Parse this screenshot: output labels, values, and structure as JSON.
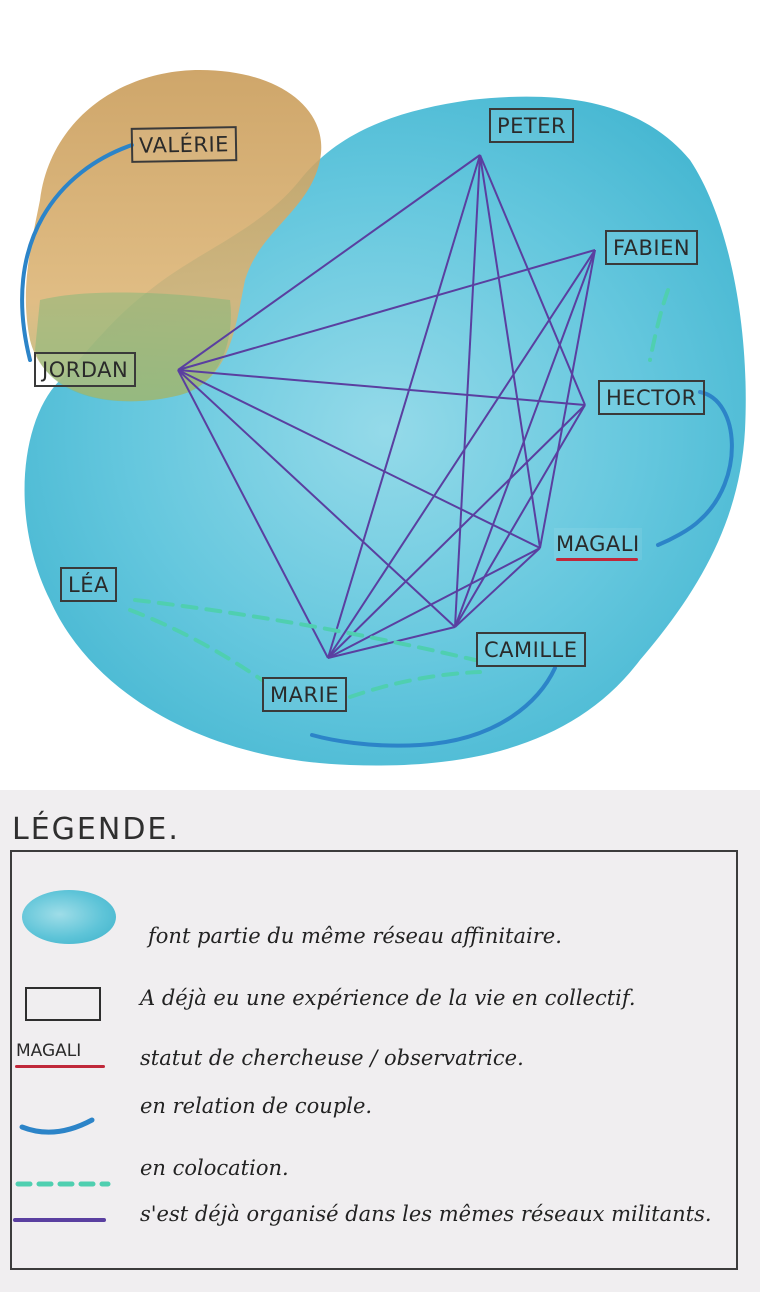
{
  "diagram": {
    "nodes": [
      {
        "id": "valerie",
        "label": "VALÉRIE"
      },
      {
        "id": "peter",
        "label": "PETER"
      },
      {
        "id": "fabien",
        "label": "FABIEN"
      },
      {
        "id": "jordan",
        "label": "JORDAN"
      },
      {
        "id": "hector",
        "label": "HECTOR"
      },
      {
        "id": "magali",
        "label": "MAGALI"
      },
      {
        "id": "lea",
        "label": "LÉA"
      },
      {
        "id": "camille",
        "label": "CAMILLE"
      },
      {
        "id": "marie",
        "label": "MARIE"
      }
    ],
    "relations": {
      "militant_network": [
        [
          "peter",
          "jordan"
        ],
        [
          "peter",
          "hector"
        ],
        [
          "peter",
          "magali"
        ],
        [
          "peter",
          "camille"
        ],
        [
          "peter",
          "marie"
        ],
        [
          "fabien",
          "jordan"
        ],
        [
          "fabien",
          "magali"
        ],
        [
          "fabien",
          "camille"
        ],
        [
          "fabien",
          "marie"
        ],
        [
          "jordan",
          "hector"
        ],
        [
          "jordan",
          "magali"
        ],
        [
          "jordan",
          "camille"
        ],
        [
          "jordan",
          "marie"
        ],
        [
          "hector",
          "camille"
        ],
        [
          "hector",
          "marie"
        ],
        [
          "magali",
          "marie"
        ],
        [
          "magali",
          "camille"
        ],
        [
          "camille",
          "marie"
        ]
      ],
      "couple": [
        [
          "valerie",
          "jordan"
        ],
        [
          "hector",
          "magali"
        ],
        [
          "camille",
          "marie"
        ]
      ],
      "colocation": [
        [
          "fabien",
          "hector"
        ],
        [
          "lea",
          "camille"
        ],
        [
          "lea",
          "marie"
        ],
        [
          "marie",
          "camille"
        ]
      ]
    },
    "colors": {
      "affinity_blob": "#4fbfd6",
      "secondary_blob": "#d6ab66",
      "militant_line": "#5a3fa0",
      "couple_line": "#2c84c8",
      "colocation_line": "#4fcfb0",
      "researcher_underline": "#c0283a"
    }
  },
  "legend": {
    "title": "LÉGENDE.",
    "items": [
      {
        "symbol": "blue-blob",
        "text": "font partie du même réseau affinitaire."
      },
      {
        "symbol": "rectangle",
        "text": "A déjà eu une expérience de la vie en collectif."
      },
      {
        "symbol": "underlined-name",
        "label": "MAGALI",
        "text": "statut de chercheuse / observatrice."
      },
      {
        "symbol": "solid-blue-line",
        "text": "en relation de couple."
      },
      {
        "symbol": "dashed-green-line",
        "text": "en colocation."
      },
      {
        "symbol": "purple-line",
        "text": "s'est déjà organisé dans les mêmes réseaux militants."
      }
    ]
  }
}
